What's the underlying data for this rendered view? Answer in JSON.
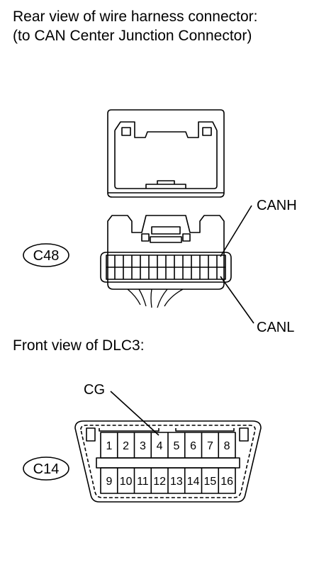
{
  "captions": {
    "rear_view_line1": "Rear view of wire harness connector:",
    "rear_view_line2": "(to CAN Center Junction Connector)",
    "front_view": "Front view of DLC3:"
  },
  "connector_c48": {
    "id_label": "C48",
    "pin_labels": {
      "canh": "CANH",
      "canl": "CANL"
    }
  },
  "dlc3": {
    "id_label": "C14",
    "pin_label_cg": "CG",
    "top_row_pins": [
      "1",
      "2",
      "3",
      "4",
      "5",
      "6",
      "7",
      "8"
    ],
    "bottom_row_pins": [
      "9",
      "10",
      "11",
      "12",
      "13",
      "14",
      "15",
      "16"
    ]
  }
}
